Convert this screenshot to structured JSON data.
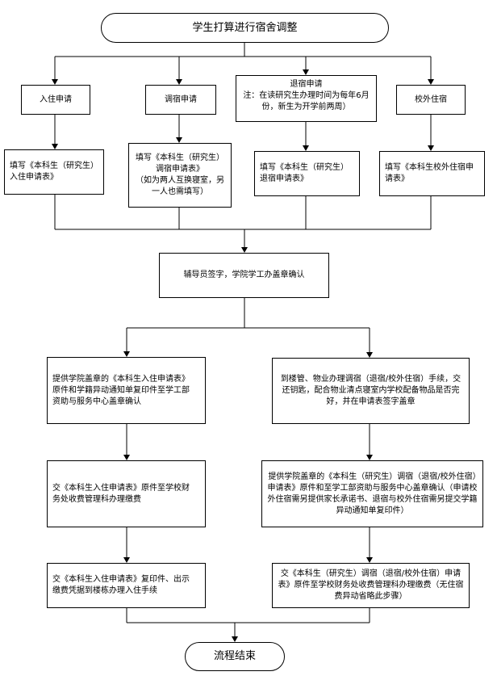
{
  "nodes": {
    "start": "学生打算进行宿舍调整",
    "move_in": "入住申请",
    "change": "调宿申请",
    "checkout_title": "退宿申请",
    "checkout_note": "注：在读研究生办理时间为每年6月份，新生为开学前两周）",
    "offcampus": "校外住宿",
    "fill_move_in": "填写《本科生（研究生）\n入住申请表》",
    "fill_change": "填写《本科生（研究生）\n调宿申请表》\n（如为两人互换寝室，另\n一人也需填写）",
    "fill_checkout": "填写《本科生（研究生）\n退宿申请表》",
    "fill_offcampus": "填写《本科生校外住宿申\n请表》",
    "counselor": "辅导员签字，学院学工办盖章确认",
    "left_1": "提供学院盖章的《本科生入住申请表》\n原件和学籍异动通知单复印件至学工部\n资助与服务中心盖章确认",
    "right_1": "到楼管、物业办理调宿（退宿/校外住宿）手续，交还钥匙，配合物业清点寝室内学校配备物品是否完好，并在申请表签字盖章",
    "left_2": "交《本科生入住申请表》原件至学校财\n务处收费管理科办理缴费",
    "right_2": "提供学院盖章的《本科生（研究生）调宿（退宿/校外住宿）申请表》原件和至学工部资助与服务中心盖章确认（申请校外住宿需另提供家长承诺书、退宿与校外住宿需另提交学籍异动通知单复印件）",
    "left_3": "交《本科生入住申请表》复印件、出示\n缴费凭据到楼栋办理入住手续",
    "right_3": "交《本科生（研究生）调宿（退宿/校外住宿）申请表》原件至学校财务处收费管理科办理缴费（无住宿费异动省略此步骤）",
    "end": "流程结束"
  }
}
